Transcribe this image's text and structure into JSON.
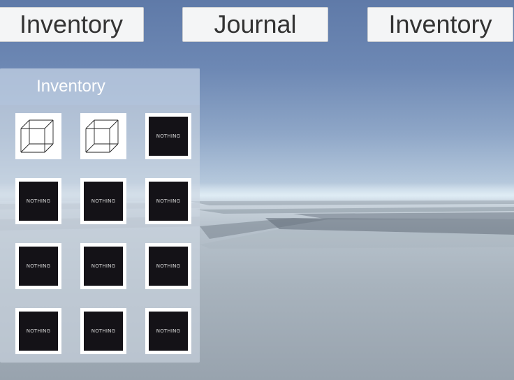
{
  "top_buttons": {
    "left_label": "Inventory",
    "middle_label": "Journal",
    "right_label": "Inventory"
  },
  "inventory_panel": {
    "title": "Inventory",
    "slots": [
      {
        "item": "cube",
        "label": ""
      },
      {
        "item": "cube",
        "label": ""
      },
      {
        "item": "empty",
        "label": "NOTHING"
      },
      {
        "item": "empty",
        "label": "NOTHING"
      },
      {
        "item": "empty",
        "label": "NOTHING"
      },
      {
        "item": "empty",
        "label": "NOTHING"
      },
      {
        "item": "empty",
        "label": "NOTHING"
      },
      {
        "item": "empty",
        "label": "NOTHING"
      },
      {
        "item": "empty",
        "label": "NOTHING"
      },
      {
        "item": "empty",
        "label": "NOTHING"
      },
      {
        "item": "empty",
        "label": "NOTHING"
      },
      {
        "item": "empty",
        "label": "NOTHING"
      }
    ]
  },
  "colors": {
    "button_bg": "#f4f5f6",
    "button_text": "#333333",
    "slot_frame": "#ffffff",
    "slot_empty_bg": "#141217"
  },
  "icons": {
    "cube": "wireframe-cube-icon"
  }
}
